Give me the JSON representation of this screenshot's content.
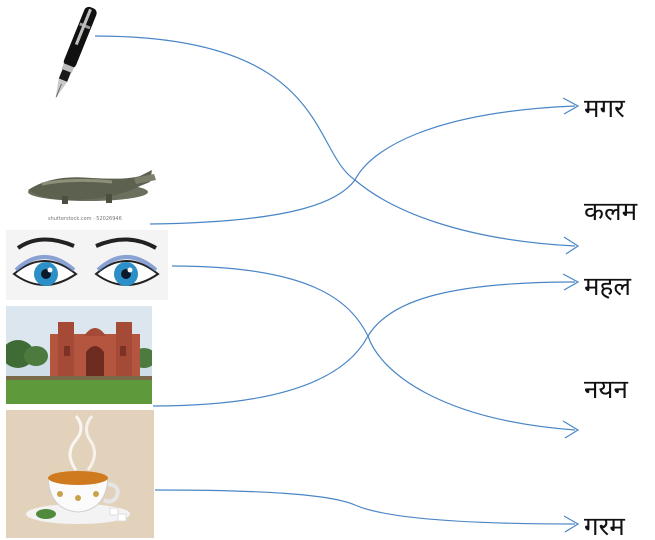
{
  "words": [
    "मगर",
    "कलम",
    "महल",
    "नयन",
    "गरम"
  ],
  "images": [
    "pen",
    "crocodile",
    "eyes",
    "palace",
    "tea-cup"
  ],
  "crocodile_watermark": "shutterstock.com · 52026946",
  "colors": {
    "connector": "#4a86c6",
    "text": "#111111"
  }
}
